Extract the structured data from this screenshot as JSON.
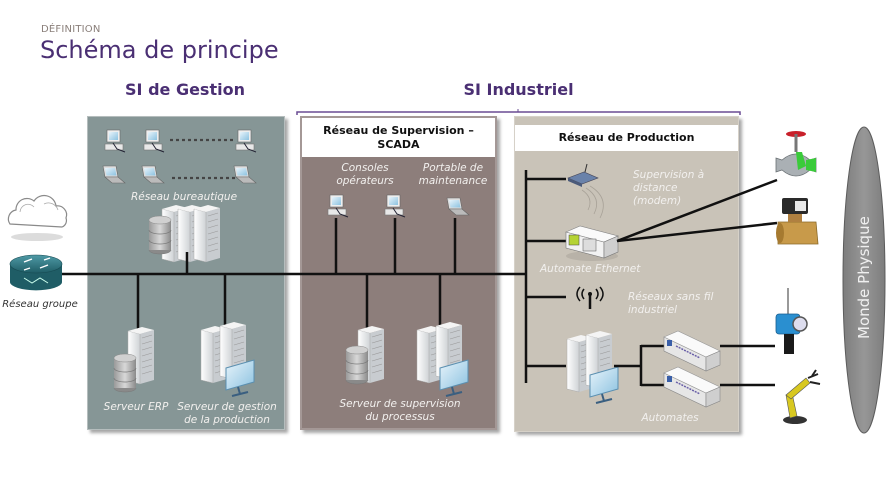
{
  "header": {
    "kicker": "DÉFINITION",
    "title": "Schéma de principe"
  },
  "sections": {
    "gestion_title": "SI de Gestion",
    "industriel_title": "SI Industriel"
  },
  "external": {
    "network_label": "Réseau groupe"
  },
  "gestion": {
    "office_network_label": "Réseau bureautique",
    "erp_label": "Serveur ERP",
    "prod_mgmt_label_line1": "Serveur de gestion",
    "prod_mgmt_label_line2": "de la production"
  },
  "scada": {
    "header_line1": "Réseau de Supervision –",
    "header_line2": "SCADA",
    "consoles_line1": "Consoles",
    "consoles_line2": "opérateurs",
    "laptop_line1": "Portable de",
    "laptop_line2": "maintenance",
    "server_line1": "Serveur de supervision",
    "server_line2": "du processus"
  },
  "production": {
    "header": "Réseau de Production",
    "modem_line1": "Supervision à",
    "modem_line2": "distance",
    "modem_line3": "(modem)",
    "plc_ethernet_label": "Automate Ethernet",
    "wireless_line1": "Réseaux sans fil",
    "wireless_line2": "industriel",
    "automates_label": "Automates"
  },
  "physical": {
    "label": "Monde Physique",
    "devices": [
      "valve",
      "solenoid-valve",
      "level-sensor",
      "robot-arm"
    ]
  },
  "colors": {
    "title_purple": "#4a2f73",
    "gestion_panel": "#869696",
    "scada_panel": "#8d7e7b",
    "production_panel": "#c9c3b8",
    "ellipse": "#8a8a8a"
  }
}
